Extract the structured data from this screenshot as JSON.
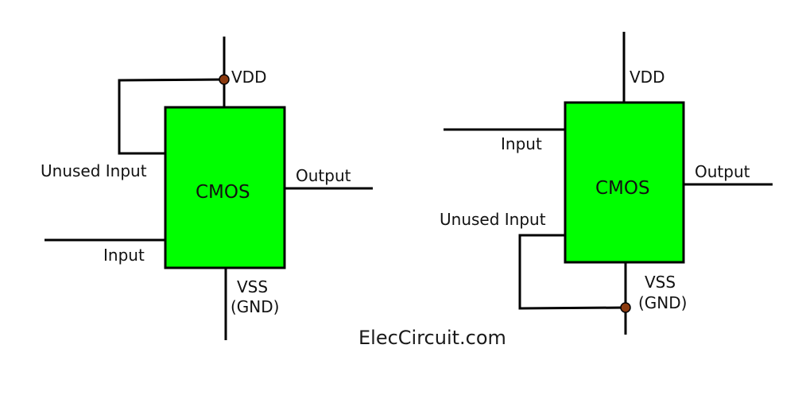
{
  "diagrams": [
    {
      "chip_label": "CMOS",
      "vdd_label": "VDD",
      "vss_label": "VSS",
      "gnd_label": "(GND)",
      "output_label": "Output",
      "input_label": "Input",
      "unused_input_label": "Unused Input",
      "unused_tied_to": "VDD"
    },
    {
      "chip_label": "CMOS",
      "vdd_label": "VDD",
      "vss_label": "VSS",
      "gnd_label": "(GND)",
      "output_label": "Output",
      "input_label": "Input",
      "unused_input_label": "Unused Input",
      "unused_tied_to": "VSS"
    }
  ],
  "watermark": "ElecCircuit.com",
  "colors": {
    "chip_fill": "#00ff00",
    "wire": "#000000",
    "junction_dot": "#8b3a0f"
  }
}
